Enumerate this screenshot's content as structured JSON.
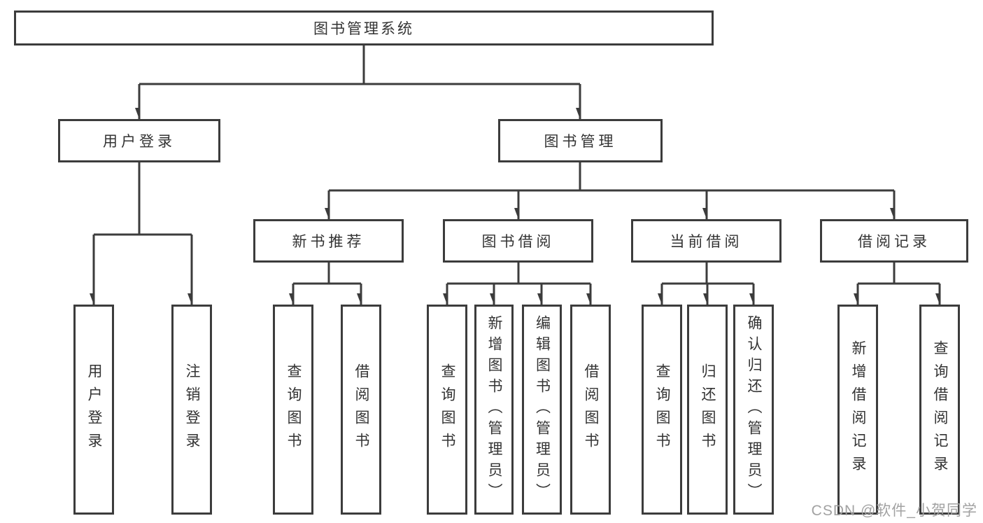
{
  "watermark": "CSDN @软件_小贺同学",
  "colors": {
    "line": "#3c3c3c",
    "box_border": "#3c3c3c",
    "text": "#333333",
    "watermark": "#a2a2a2",
    "background": "#ffffff"
  },
  "tree": {
    "label": "图书管理系统",
    "children": [
      {
        "label": "用户登录",
        "children": [
          {
            "label": "用户登录"
          },
          {
            "label": "注销登录"
          }
        ]
      },
      {
        "label": "图书管理",
        "children": [
          {
            "label": "新书推荐",
            "children": [
              {
                "label": "查询图书"
              },
              {
                "label": "借阅图书"
              }
            ]
          },
          {
            "label": "图书借阅",
            "children": [
              {
                "label": "查询图书"
              },
              {
                "label": "新增图书（管理员）"
              },
              {
                "label": "编辑图书（管理员）"
              },
              {
                "label": "借阅图书"
              }
            ]
          },
          {
            "label": "当前借阅",
            "children": [
              {
                "label": "查询图书"
              },
              {
                "label": "归还图书"
              },
              {
                "label": "确认归还（管理员）"
              }
            ]
          },
          {
            "label": "借阅记录",
            "children": [
              {
                "label": "新增借阅记录"
              },
              {
                "label": "查询借阅记录"
              }
            ]
          }
        ]
      }
    ]
  }
}
